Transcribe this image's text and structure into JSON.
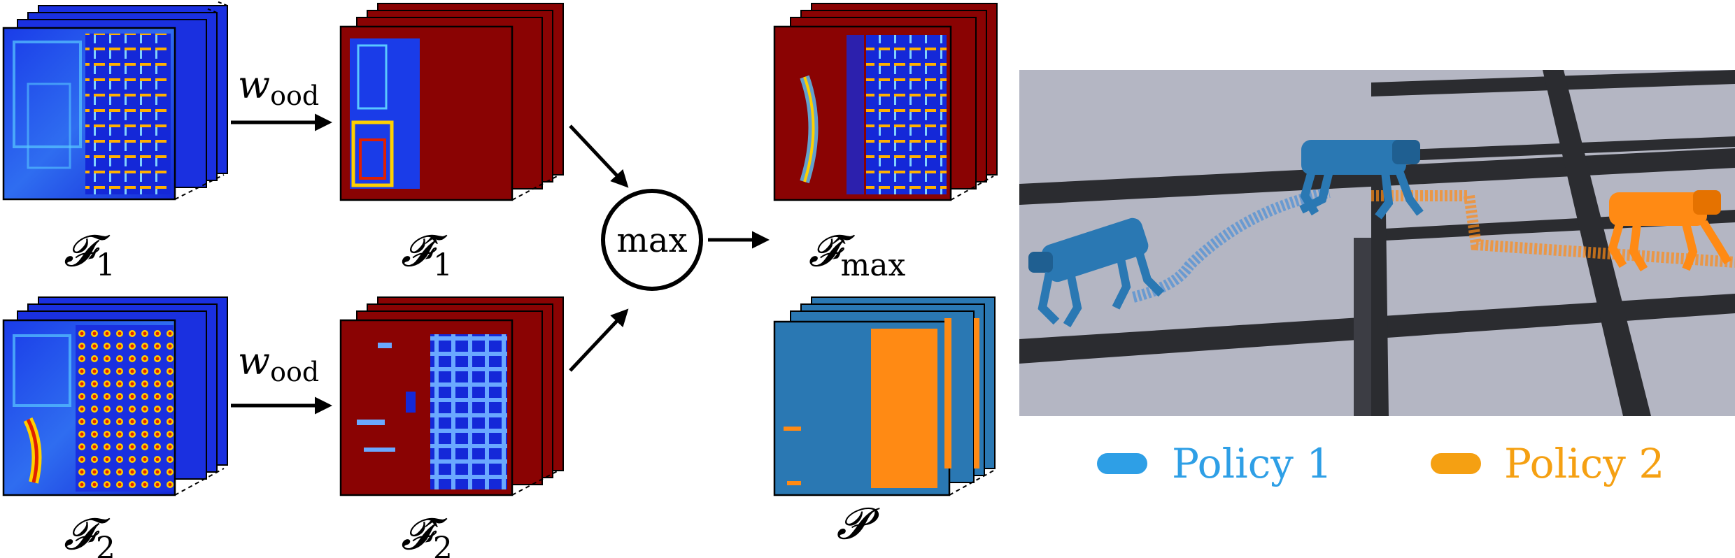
{
  "labels": {
    "f1": "𝓕",
    "f1_sub": "1",
    "f1hat": "𝓕̂",
    "f1hat_sub": "1",
    "f2": "𝓕",
    "f2_sub": "2",
    "f2hat": "𝓕̂",
    "f2hat_sub": "2",
    "fmax": "𝓕̂",
    "fmax_sub": "max",
    "p": "𝓟",
    "wood_top": "w",
    "wood_top_sub": "ood",
    "wood_bottom": "w",
    "wood_bottom_sub": "ood",
    "max_op": "max"
  },
  "legend": {
    "policy1": {
      "label": "Policy 1",
      "color": "#2e9fe6"
    },
    "policy2": {
      "label": "Policy 2",
      "color": "#f5a012"
    }
  },
  "colors": {
    "jet_blue": "#1428d8",
    "jet_dark_red": "#8a0303",
    "policy_blue": "#2a78b3",
    "policy_orange": "#ff8a14",
    "ground": "#b4b6c3",
    "beam": "#2b2c30"
  }
}
